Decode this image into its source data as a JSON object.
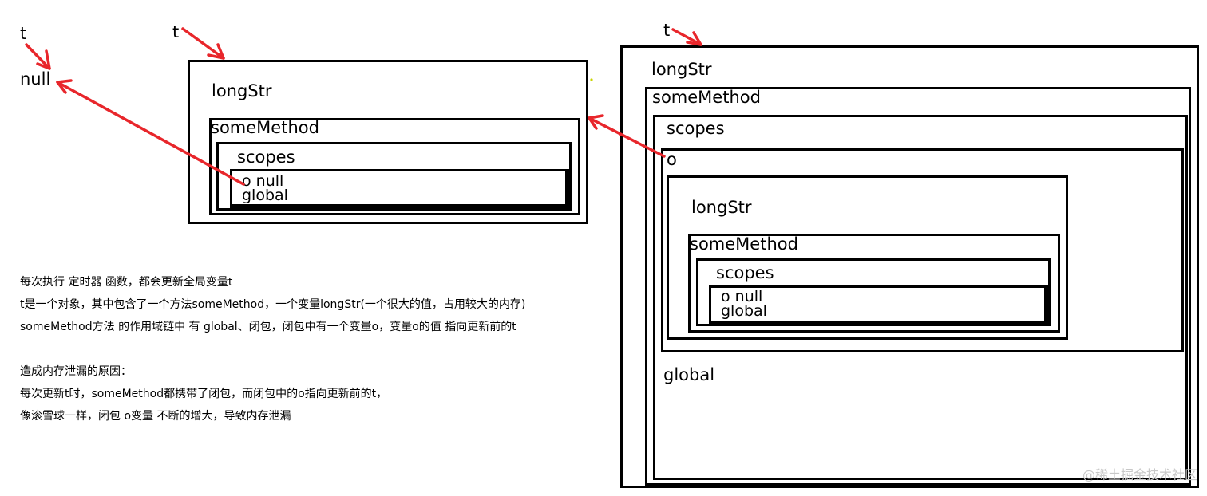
{
  "diagram": {
    "left": {
      "t_label": "t",
      "null_label": "null"
    },
    "middle": {
      "t_label": "t",
      "longstr": "longStr",
      "somemethod": "someMethod",
      "scopes": "scopes",
      "o_null": "o  null",
      "global": "global"
    },
    "right": {
      "t_label": "t",
      "longstr": "longStr",
      "somemethod": "someMethod",
      "scopes": "scopes",
      "o": "o",
      "inner_longstr": "longStr",
      "inner_somemethod": "someMethod",
      "inner_scopes": "scopes",
      "inner_o_null": "o  null",
      "inner_global": "global",
      "global": "global"
    },
    "arrow_color": "#e8262b"
  },
  "notes": {
    "line1": "每次执行 定时器 函数，都会更新全局变量t",
    "line2": "t是一个对象，其中包含了一个方法someMethod，一个变量longStr(一个很大的值，占用较大的内存)",
    "line3": "someMethod方法 的作用域链中 有 global、闭包，闭包中有一个变量o，变量o的值 指向更新前的t",
    "line4": "造成内存泄漏的原因：",
    "line5": "每次更新t时，someMethod都携带了闭包，而闭包中的o指向更新前的t，",
    "line6": "像滚雪球一样，闭包 o变量 不断的增大，导致内存泄漏"
  },
  "watermark": "@稀土掘金技术社区"
}
